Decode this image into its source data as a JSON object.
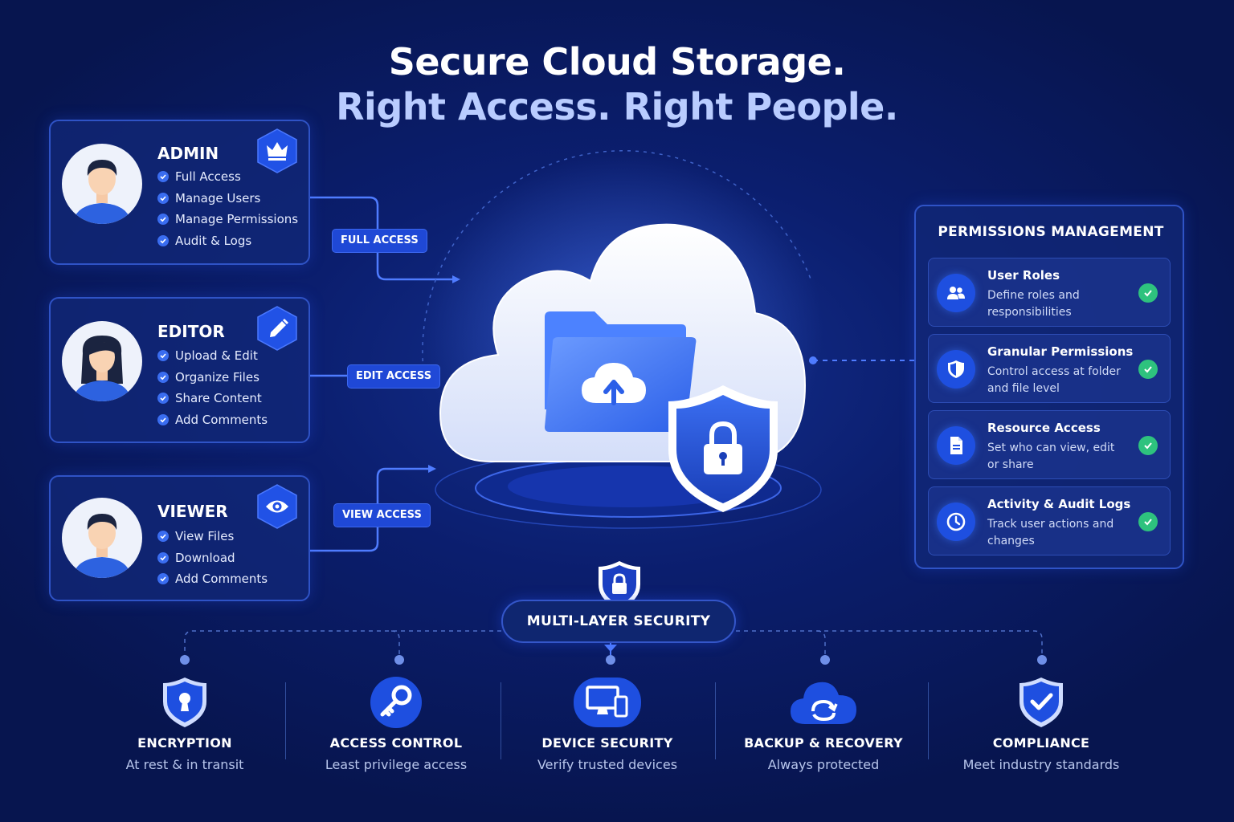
{
  "headline": {
    "line1": "Secure Cloud Storage.",
    "line2": "Right Access. Right People."
  },
  "colors": {
    "background": "#0b1e6e",
    "accent": "#3a6df0",
    "card_border": "#2f53c6",
    "success": "#2ec27e"
  },
  "roles": [
    {
      "title": "ADMIN",
      "badge_icon": "crown-icon",
      "avatar": "male-avatar",
      "access_label": "FULL ACCESS",
      "items": [
        "Full Access",
        "Manage Users",
        "Manage Permissions",
        "Audit & Logs"
      ]
    },
    {
      "title": "EDITOR",
      "badge_icon": "pencil-icon",
      "avatar": "female-avatar",
      "access_label": "EDIT ACCESS",
      "items": [
        "Upload & Edit",
        "Organize Files",
        "Share Content",
        "Add Comments"
      ]
    },
    {
      "title": "VIEWER",
      "badge_icon": "eye-icon",
      "avatar": "male-avatar",
      "access_label": "VIEW ACCESS",
      "items": [
        "View Files",
        "Download",
        "Add Comments"
      ]
    }
  ],
  "center_icons": [
    "cloud-icon",
    "folder-upload-icon",
    "lock-shield-icon"
  ],
  "permissions": {
    "title": "PERMISSIONS MANAGEMENT",
    "items": [
      {
        "title": "User Roles",
        "desc": "Define roles and responsibilities",
        "icon": "users-icon"
      },
      {
        "title": "Granular Permissions",
        "desc": "Control access at folder and file level",
        "icon": "shield-icon"
      },
      {
        "title": "Resource Access",
        "desc": "Set who can view, edit or share",
        "icon": "document-icon"
      },
      {
        "title": "Activity & Audit Logs",
        "desc": "Track user actions and changes",
        "icon": "clock-icon"
      }
    ]
  },
  "security": {
    "label": "MULTI-LAYER SECURITY",
    "features": [
      {
        "title": "ENCRYPTION",
        "desc": "At rest & in transit",
        "icon": "keyhole-shield-icon"
      },
      {
        "title": "ACCESS CONTROL",
        "desc": "Least privilege access",
        "icon": "key-icon"
      },
      {
        "title": "DEVICE SECURITY",
        "desc": "Verify trusted devices",
        "icon": "devices-icon"
      },
      {
        "title": "BACKUP & RECOVERY",
        "desc": "Always protected",
        "icon": "cloud-sync-icon"
      },
      {
        "title": "COMPLIANCE",
        "desc": "Meet industry standards",
        "icon": "check-shield-icon"
      }
    ]
  }
}
